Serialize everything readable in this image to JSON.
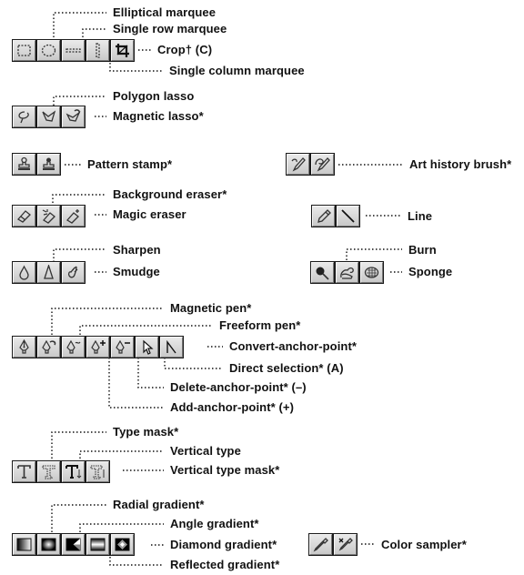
{
  "labels": {
    "elliptical_marquee": "Elliptical marquee",
    "single_row_marquee": "Single row marquee",
    "crop": "Crop† (C)",
    "single_column_marquee": "Single column marquee",
    "polygon_lasso": "Polygon lasso",
    "magnetic_lasso": "Magnetic lasso*",
    "pattern_stamp": "Pattern stamp*",
    "art_history_brush": "Art history brush*",
    "background_eraser": "Background eraser*",
    "magic_eraser": "Magic eraser",
    "line": "Line",
    "sharpen": "Sharpen",
    "smudge": "Smudge",
    "burn": "Burn",
    "sponge": "Sponge",
    "magnetic_pen": "Magnetic pen*",
    "freeform_pen": "Freeform pen*",
    "convert_anchor_point": "Convert-anchor-point*",
    "direct_selection": "Direct selection* (A)",
    "delete_anchor_point": "Delete-anchor-point* (–)",
    "add_anchor_point": "Add-anchor-point* (+)",
    "type_mask": "Type mask*",
    "vertical_type": "Vertical type",
    "vertical_type_mask": "Vertical type mask*",
    "radial_gradient": "Radial gradient*",
    "angle_gradient": "Angle gradient*",
    "diamond_gradient": "Diamond gradient*",
    "reflected_gradient": "Reflected gradient*",
    "color_sampler": "Color sampler*"
  },
  "toolbars": [
    {
      "name": "marquee-group",
      "tools": [
        "rectangular-marquee",
        "elliptical-marquee",
        "single-row-marquee",
        "single-column-marquee",
        "crop"
      ]
    },
    {
      "name": "lasso-group",
      "tools": [
        "lasso",
        "polygon-lasso",
        "magnetic-lasso"
      ]
    },
    {
      "name": "stamp-group",
      "tools": [
        "rubber-stamp",
        "pattern-stamp"
      ]
    },
    {
      "name": "history-brush-group",
      "tools": [
        "history-brush",
        "art-history-brush"
      ]
    },
    {
      "name": "eraser-group",
      "tools": [
        "eraser",
        "background-eraser",
        "magic-eraser"
      ]
    },
    {
      "name": "pencil-group",
      "tools": [
        "pencil",
        "line"
      ]
    },
    {
      "name": "focus-group",
      "tools": [
        "blur",
        "sharpen",
        "smudge"
      ]
    },
    {
      "name": "toning-group",
      "tools": [
        "dodge",
        "burn",
        "sponge"
      ]
    },
    {
      "name": "pen-group",
      "tools": [
        "pen",
        "magnetic-pen",
        "freeform-pen",
        "add-anchor-point",
        "delete-anchor-point",
        "direct-selection",
        "convert-anchor-point"
      ]
    },
    {
      "name": "type-group",
      "tools": [
        "type",
        "type-mask",
        "vertical-type",
        "vertical-type-mask"
      ]
    },
    {
      "name": "gradient-group",
      "tools": [
        "linear-gradient",
        "radial-gradient",
        "angle-gradient",
        "reflected-gradient",
        "diamond-gradient"
      ]
    },
    {
      "name": "eyedropper-group",
      "tools": [
        "eyedropper",
        "color-sampler"
      ]
    }
  ],
  "colors": {
    "ink": "#111111",
    "button_face": "#d9d9d9",
    "toolbar_border": "#1a1a1a"
  }
}
